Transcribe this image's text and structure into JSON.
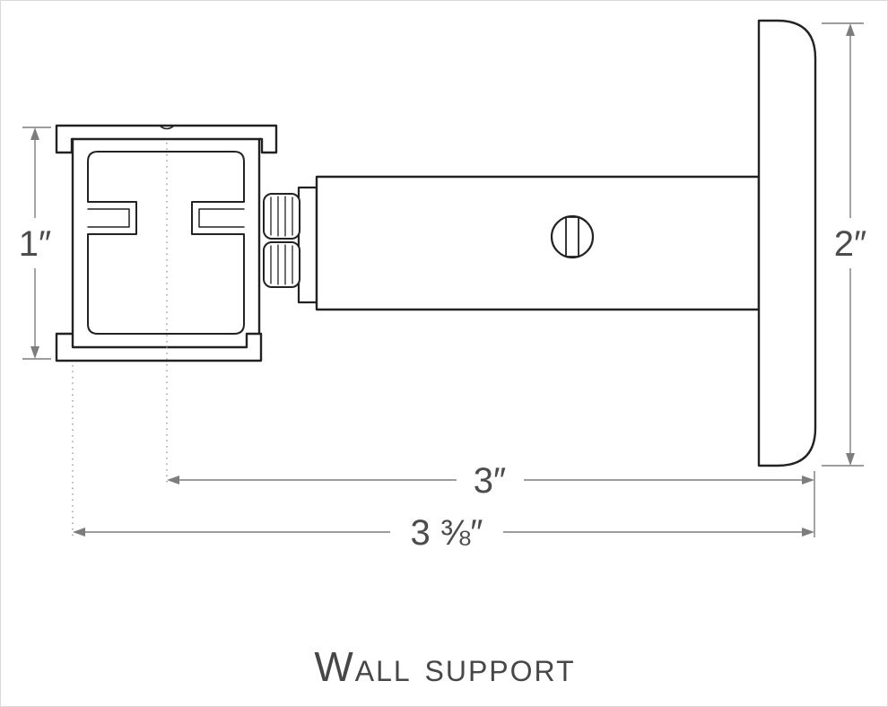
{
  "diagram": {
    "title": "Wall support",
    "dimensions": {
      "track_height": "1″",
      "plate_height": "2″",
      "arm_length": "3″",
      "overall_depth": "3 ⅜″"
    }
  }
}
